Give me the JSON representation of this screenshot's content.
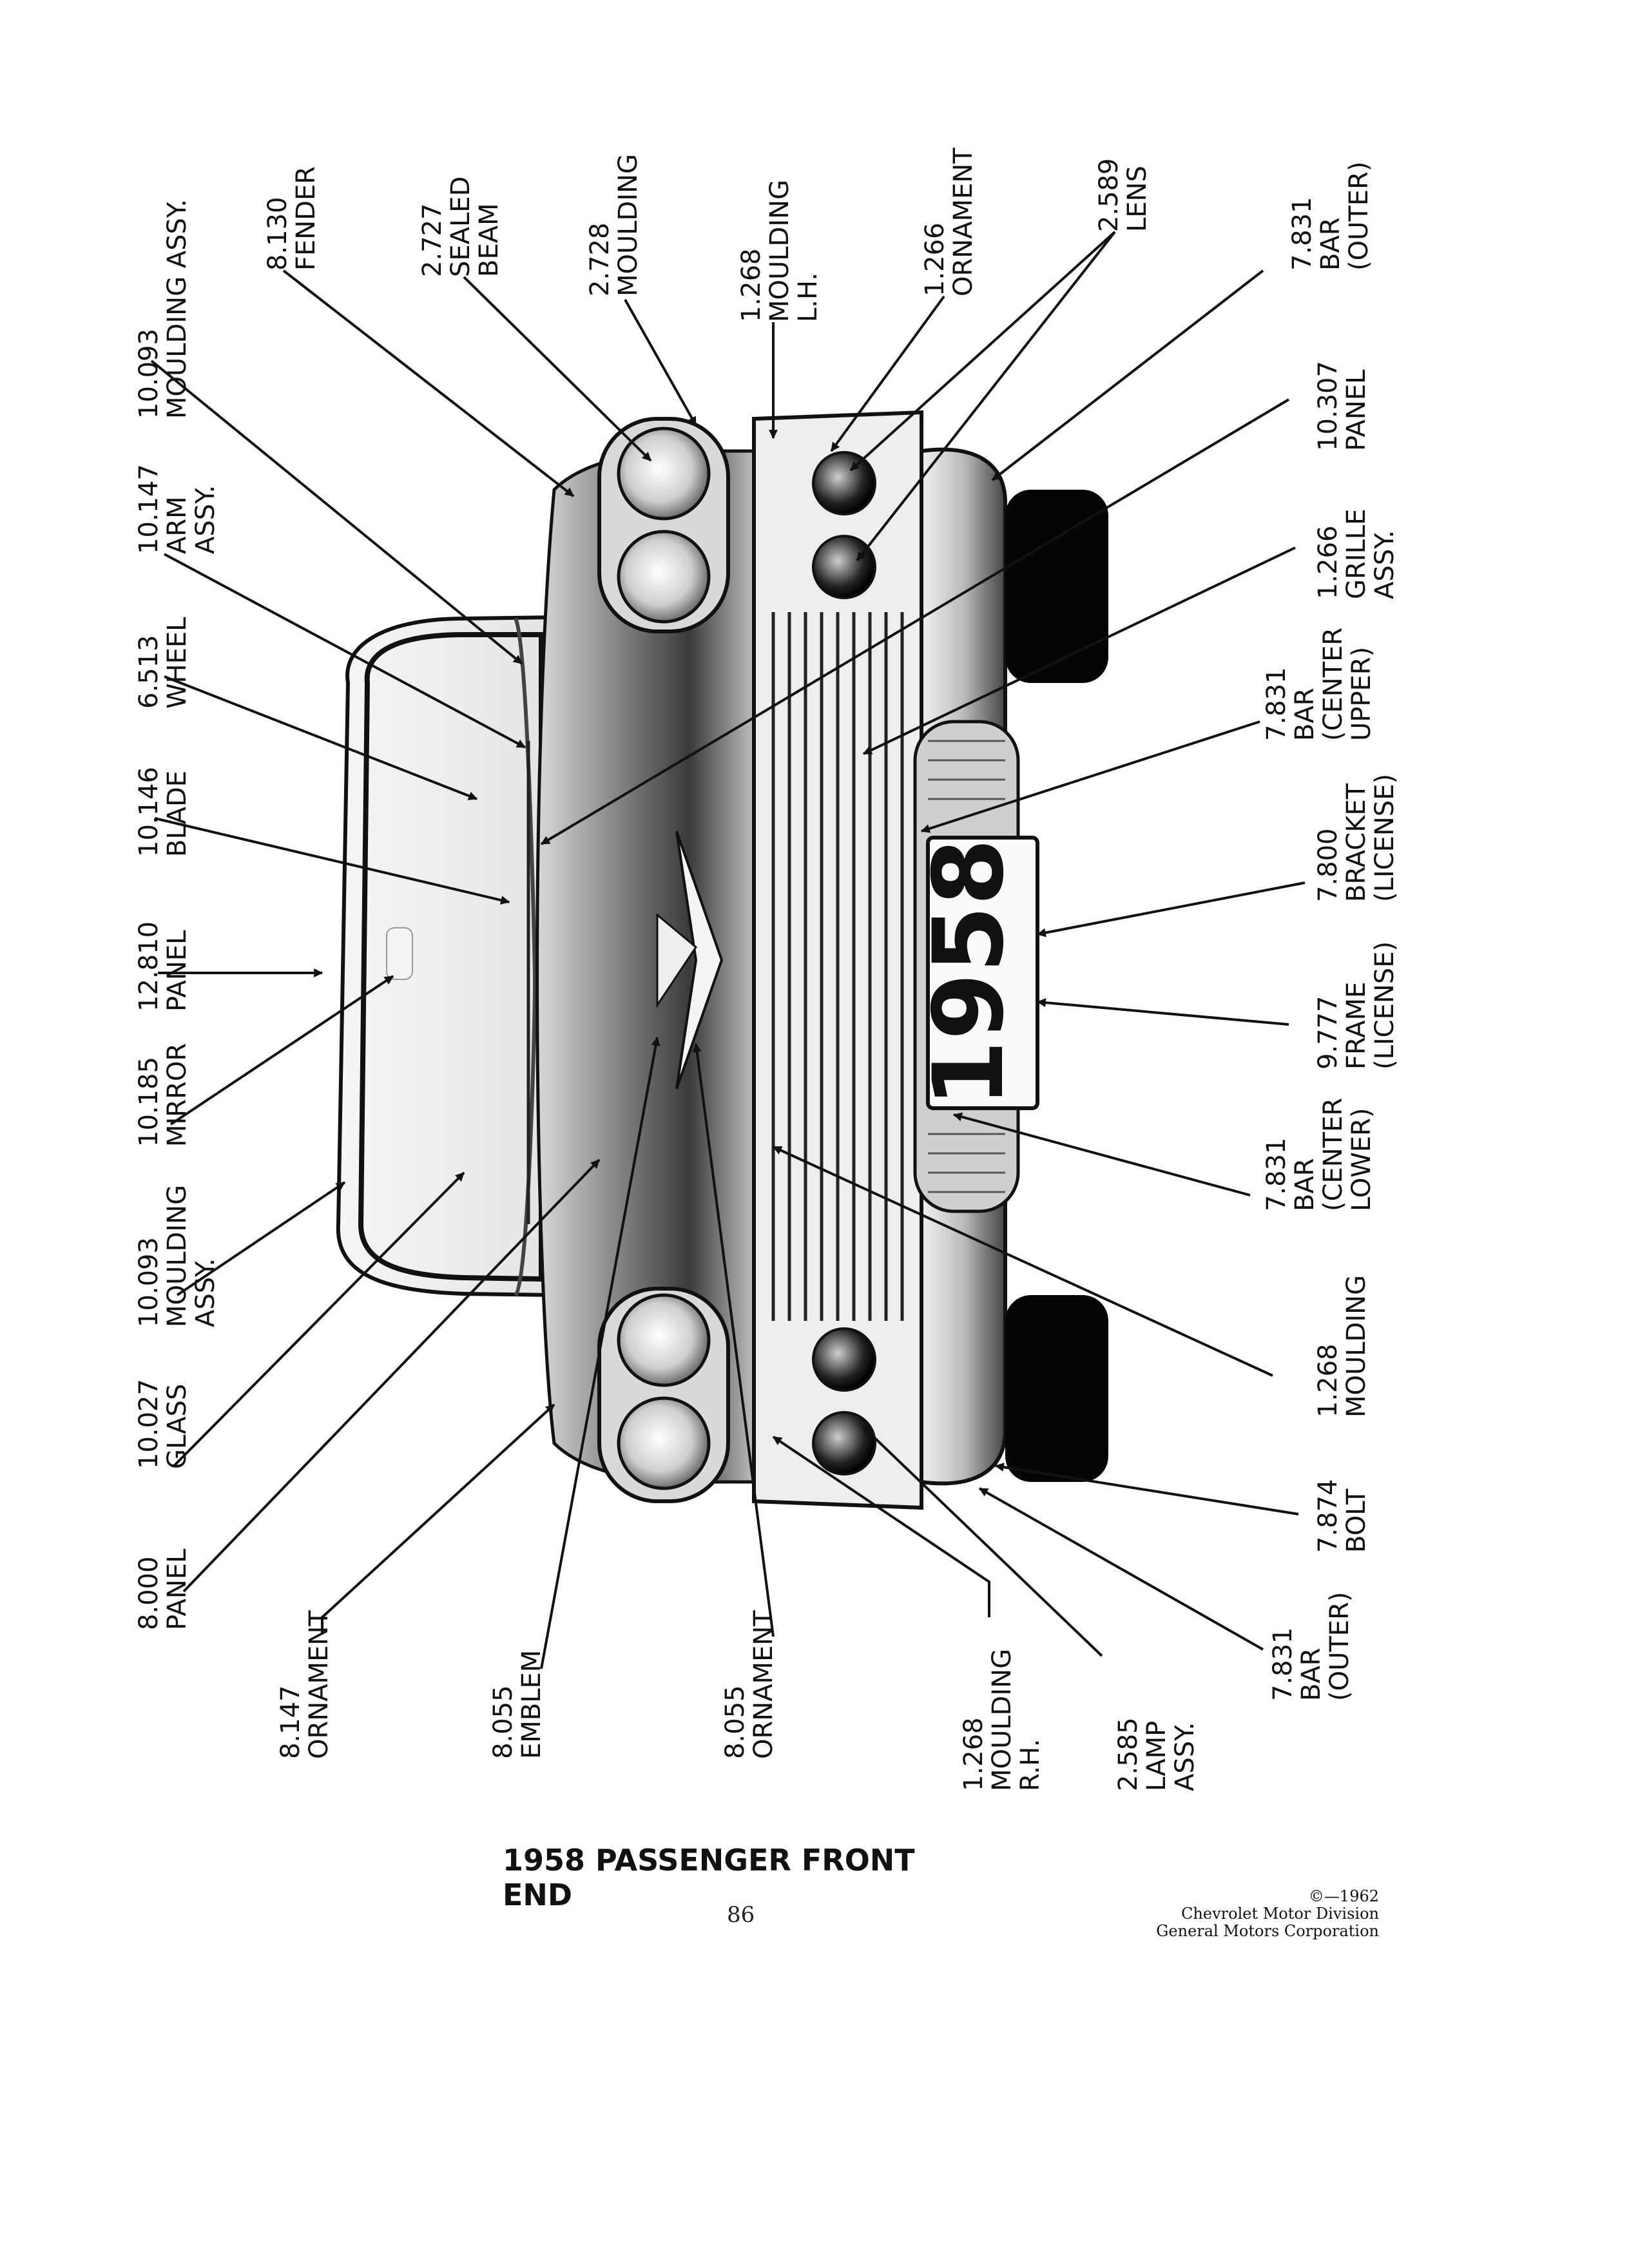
{
  "page": {
    "title": "1958 PASSENGER FRONT END",
    "page_number": "86",
    "copyright": [
      "©—1962",
      "Chevrolet Motor Division",
      "General Motors Corporation"
    ]
  },
  "plate": {
    "text": "1958"
  },
  "callouts": [
    {
      "id": "c1",
      "lines": [
        "10.093",
        "MOULDING ASSY."
      ]
    },
    {
      "id": "c2",
      "lines": [
        "8.130",
        "FENDER"
      ]
    },
    {
      "id": "c3",
      "lines": [
        "2.727",
        "SEALED",
        "BEAM"
      ]
    },
    {
      "id": "c4",
      "lines": [
        "2.728",
        "MOULDING"
      ]
    },
    {
      "id": "c5",
      "lines": [
        "1.268",
        "MOULDING",
        "L.H."
      ]
    },
    {
      "id": "c6",
      "lines": [
        "1.266",
        "ORNAMENT"
      ]
    },
    {
      "id": "c7",
      "lines": [
        "2.589",
        "LENS"
      ]
    },
    {
      "id": "c8",
      "lines": [
        "7.831",
        "BAR",
        "(OUTER)"
      ]
    },
    {
      "id": "c9",
      "lines": [
        "10.147",
        "ARM",
        "ASSY."
      ]
    },
    {
      "id": "c10",
      "lines": [
        "10.307",
        "PANEL"
      ]
    },
    {
      "id": "c11",
      "lines": [
        "6.513",
        "WHEEL"
      ]
    },
    {
      "id": "c12",
      "lines": [
        "1.266",
        "GRILLE",
        "ASSY."
      ]
    },
    {
      "id": "c13",
      "lines": [
        "10.146",
        "BLADE"
      ]
    },
    {
      "id": "c14",
      "lines": [
        "7.831",
        "BAR",
        "(CENTER",
        "UPPER)"
      ]
    },
    {
      "id": "c15",
      "lines": [
        "12.810",
        "PANEL"
      ]
    },
    {
      "id": "c16",
      "lines": [
        "7.800",
        "BRACKET",
        "(LICENSE)"
      ]
    },
    {
      "id": "c17",
      "lines": [
        "10.185",
        "MIRROR"
      ]
    },
    {
      "id": "c18",
      "lines": [
        "9.777",
        "FRAME",
        "(LICENSE)"
      ]
    },
    {
      "id": "c19",
      "lines": [
        "10.093",
        "MOULDING",
        "ASSY."
      ]
    },
    {
      "id": "c20",
      "lines": [
        "7.831",
        "BAR",
        "(CENTER",
        "LOWER)"
      ]
    },
    {
      "id": "c21",
      "lines": [
        "10.027",
        "GLASS"
      ]
    },
    {
      "id": "c22",
      "lines": [
        "1.268",
        "MOULDING"
      ]
    },
    {
      "id": "c23",
      "lines": [
        "8.000",
        "PANEL"
      ]
    },
    {
      "id": "c24",
      "lines": [
        "7.874",
        "BOLT"
      ]
    },
    {
      "id": "c25",
      "lines": [
        "8.147",
        "ORNAMENT"
      ]
    },
    {
      "id": "c26",
      "lines": [
        "8.055",
        "EMBLEM"
      ]
    },
    {
      "id": "c27",
      "lines": [
        "8.055",
        "ORNAMENT"
      ]
    },
    {
      "id": "c28",
      "lines": [
        "1.268",
        "MOULDING",
        "R.H."
      ]
    },
    {
      "id": "c29",
      "lines": [
        "2.585",
        "LAMP",
        "ASSY."
      ]
    },
    {
      "id": "c30",
      "lines": [
        "7.831",
        "BAR",
        "(OUTER)"
      ]
    }
  ]
}
